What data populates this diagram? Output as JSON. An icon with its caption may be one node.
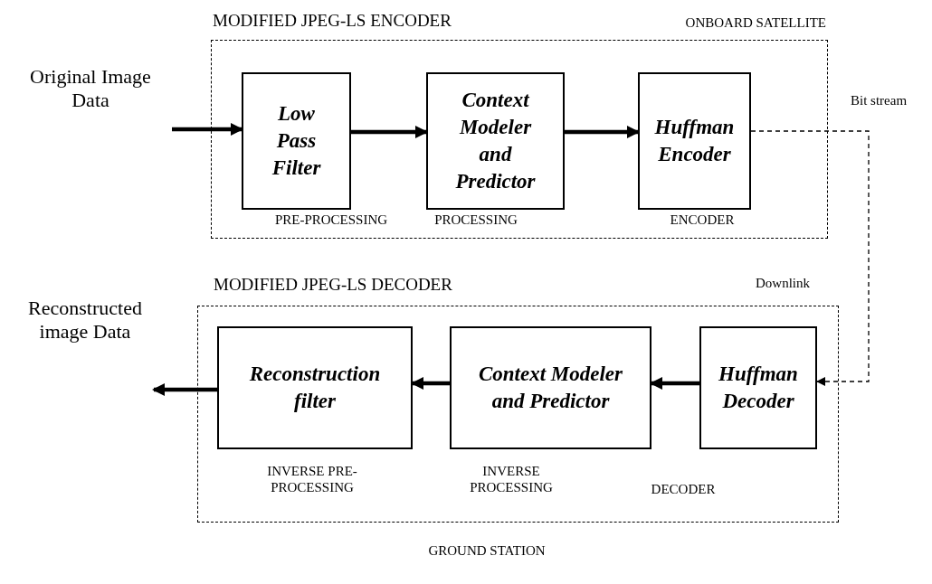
{
  "diagram": {
    "nodes": [
      {
        "text": [
          "MODIFIED JPEG-LS ENCODER",
          "ONBOARD SATELLITE"
        ]
      },
      {
        "text": [
          "Low Pass Filter"
        ],
        "in": 0,
        "beside": [
          "PRE-PROCESSING"
        ]
      },
      {
        "text": [
          "Context Modeler and Predictor"
        ],
        "in": 0,
        "beside": [
          "PROCESSING"
        ]
      },
      {
        "text": [
          "Huffman Encoder"
        ],
        "in": 0,
        "beside": [
          "ENCODER"
        ]
      },
      {
        "text": [
          "MODIFIED JPEG-LS DECODER",
          "GROUND STATION"
        ]
      },
      {
        "text": [
          "Huffman Decoder"
        ],
        "in": 4,
        "beside": [
          "DECODER"
        ]
      },
      {
        "text": [
          "Context Modeler and Predictor"
        ],
        "in": 4,
        "beside": [
          "INVERSE PROCESSING"
        ]
      },
      {
        "text": [
          "Reconstruction filter"
        ],
        "in": 4,
        "beside": [
          "INVERSE PRE-PROCESSING"
        ]
      }
    ],
    "edges": [
      {
        "from": null,
        "to": 1,
        "arrow": "to"
      },
      {
        "from": 1,
        "to": 2,
        "arrow": "to"
      },
      {
        "from": 2,
        "to": 3,
        "arrow": "to"
      },
      {
        "from": 3,
        "to": 5,
        "arrow": "to",
        "label": "Bit stream",
        "style": "dashed"
      },
      {
        "from": 5,
        "to": 6,
        "arrow": "to"
      },
      {
        "from": 6,
        "to": 7,
        "arrow": "to"
      },
      {
        "from": 7,
        "to": null,
        "arrow": "to"
      }
    ],
    "labels": [
      "Original Image Data",
      "Reconstructed image Data",
      "Downlink"
    ]
  }
}
